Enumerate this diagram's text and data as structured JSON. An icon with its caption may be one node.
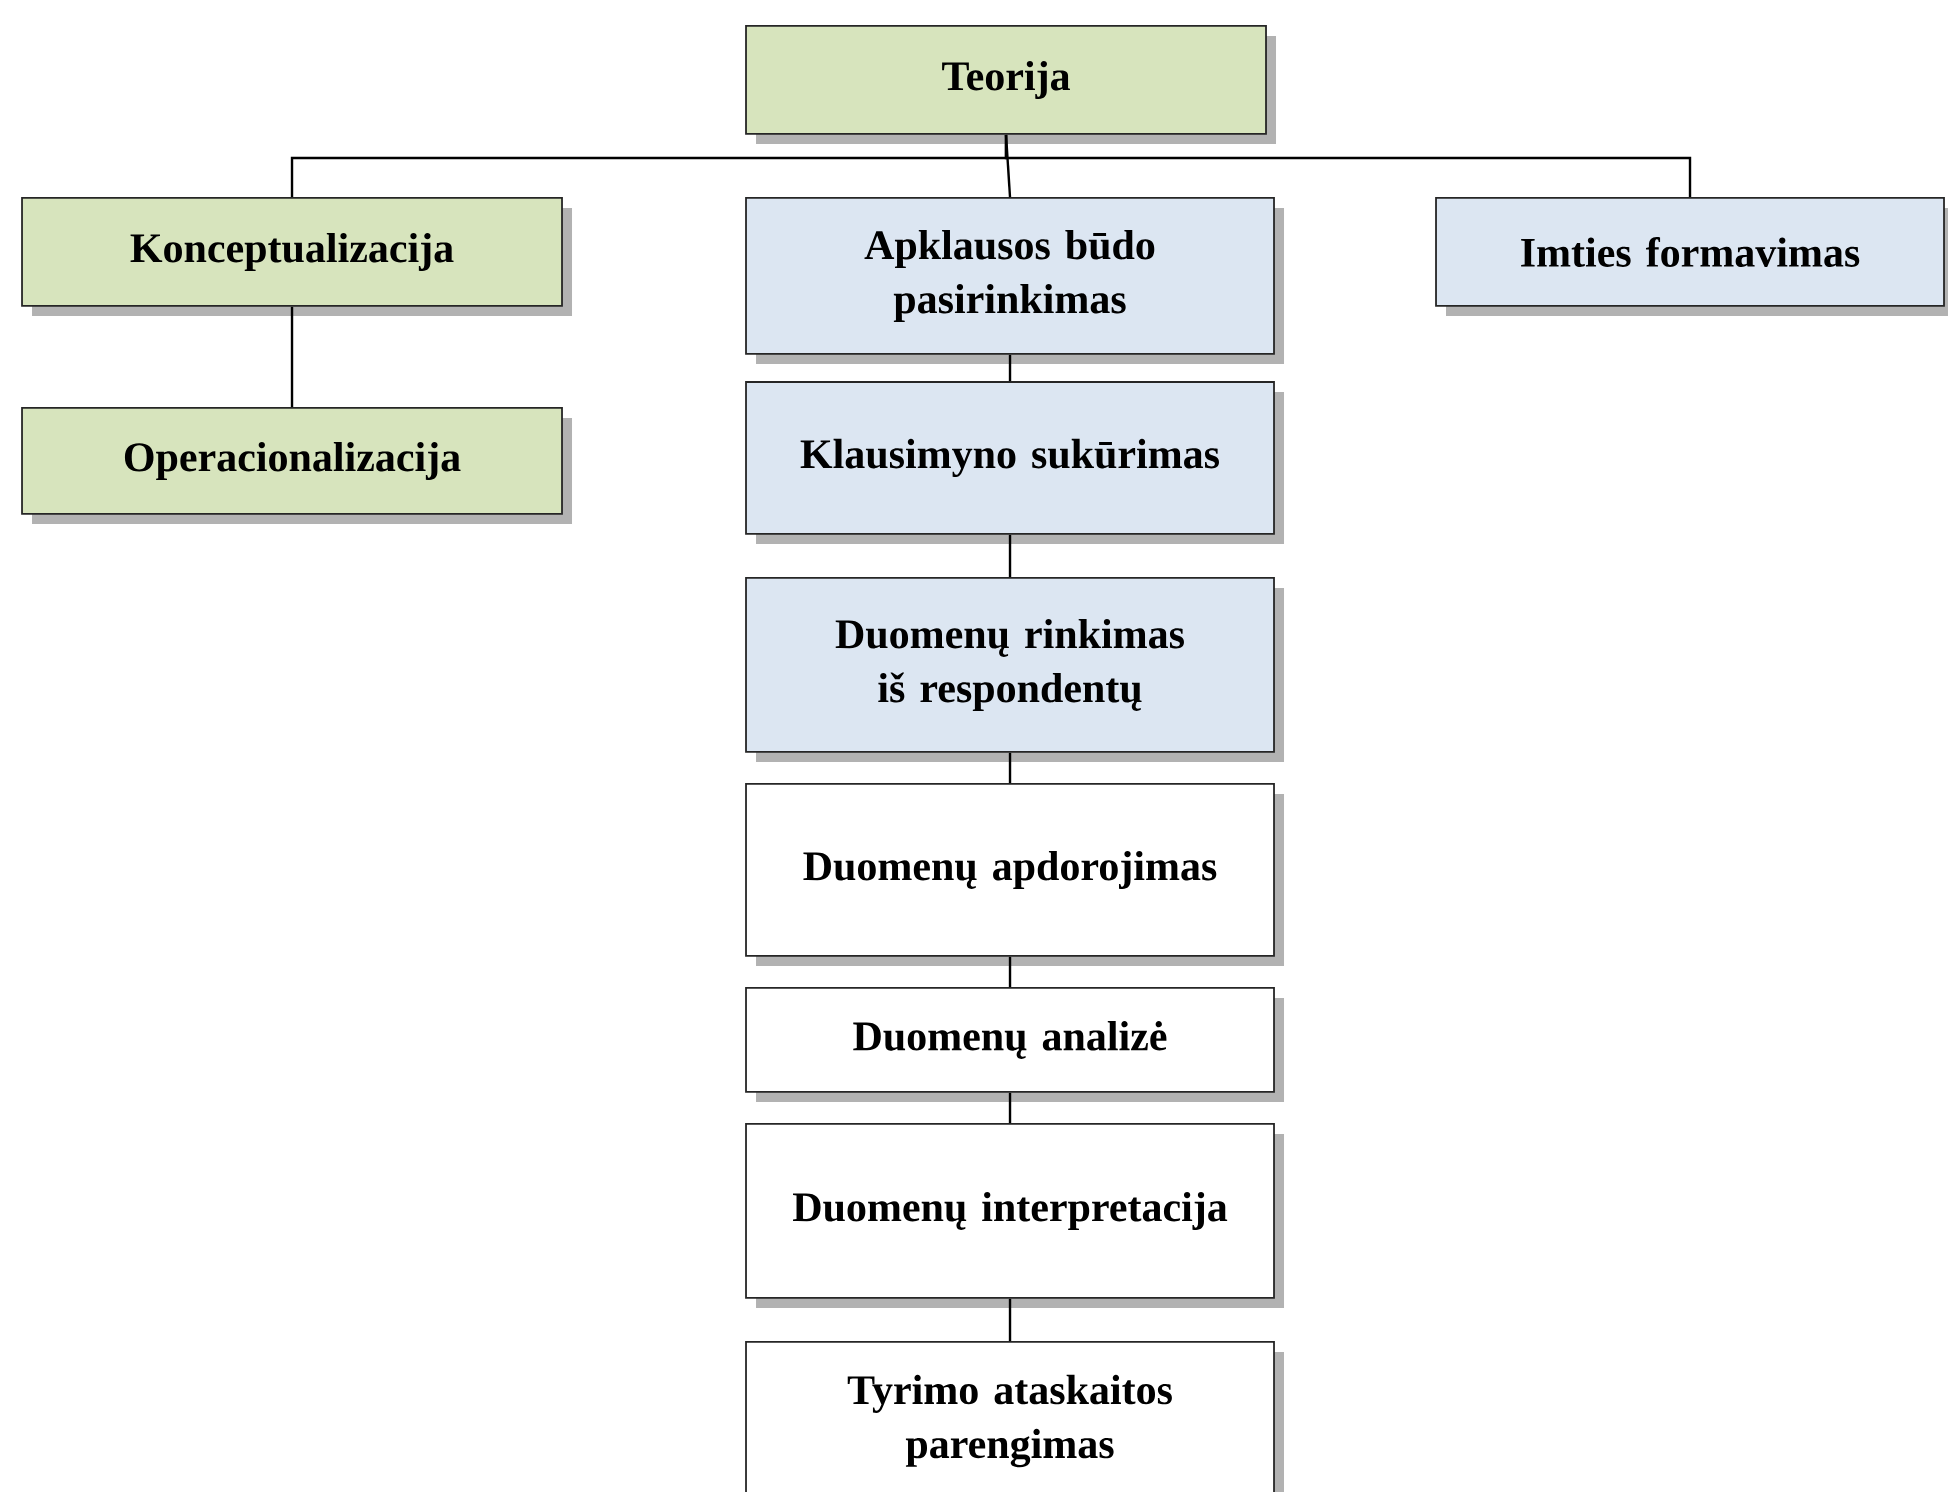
{
  "diagram": {
    "nodes": [
      {
        "text": [
          "Teorija"
        ]
      },
      {
        "text": [
          "Konceptualizacija"
        ]
      },
      {
        "text": [
          "Apklausos būdo pasirinkimas"
        ]
      },
      {
        "text": [
          "Imties formavimas"
        ]
      },
      {
        "text": [
          "Operacionalizacija"
        ]
      },
      {
        "text": [
          "Klausimyno sukūrimas"
        ]
      },
      {
        "text": [
          "Duomenų rinkimas iš respondentų"
        ]
      },
      {
        "text": [
          "Duomenų apdorojimas"
        ]
      },
      {
        "text": [
          "Duomenų analizė"
        ]
      },
      {
        "text": [
          "Duomenų interpretacija"
        ]
      },
      {
        "text": [
          "Tyrimo ataskaitos parengimas"
        ]
      }
    ],
    "edges": [
      {
        "from": 0,
        "to": 1,
        "arrow": "none"
      },
      {
        "from": 0,
        "to": 2,
        "arrow": "none"
      },
      {
        "from": 0,
        "to": 3,
        "arrow": "none"
      },
      {
        "from": 1,
        "to": 4,
        "arrow": "none"
      },
      {
        "from": 2,
        "to": 5,
        "arrow": "none"
      },
      {
        "from": 5,
        "to": 6,
        "arrow": "none"
      },
      {
        "from": 6,
        "to": 7,
        "arrow": "none"
      },
      {
        "from": 7,
        "to": 8,
        "arrow": "none"
      },
      {
        "from": 8,
        "to": 9,
        "arrow": "none"
      },
      {
        "from": 9,
        "to": 10,
        "arrow": "none"
      }
    ]
  }
}
